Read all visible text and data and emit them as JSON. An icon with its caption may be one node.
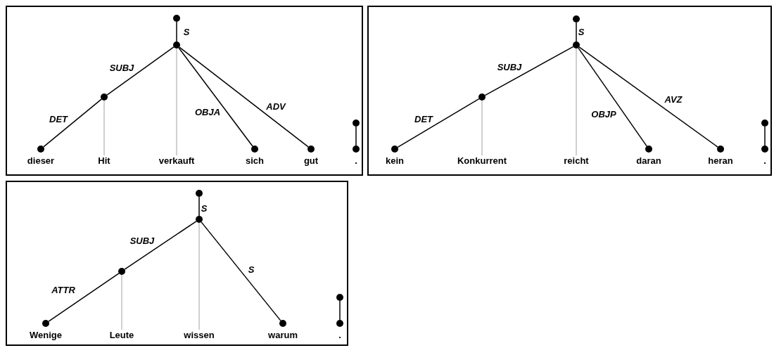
{
  "diagram": {
    "nodes": [
      {
        "text": [],
        "shape": "box"
      },
      {
        "text": [],
        "shape": "circle",
        "in": 0
      },
      {
        "text": [],
        "shape": "circle",
        "in": 0
      },
      {
        "text": [],
        "shape": "circle",
        "in": 0
      },
      {
        "text": [],
        "shape": "circle",
        "in": 0
      },
      {
        "text": [],
        "shape": "circle",
        "in": 0
      },
      {
        "text": [],
        "shape": "circle",
        "in": 0
      },
      {
        "text": [],
        "shape": "circle",
        "in": 0
      },
      {
        "text": [],
        "shape": "circle",
        "in": 0
      },
      {
        "text": [
          "dieser"
        ],
        "in": 0
      },
      {
        "text": [
          "Hit"
        ],
        "in": 0
      },
      {
        "text": [
          "verkauft"
        ],
        "in": 0
      },
      {
        "text": [
          "sich"
        ],
        "in": 0
      },
      {
        "text": [
          "gut"
        ],
        "in": 0
      },
      {
        "text": [
          "."
        ],
        "in": 0
      },
      {
        "text": [],
        "shape": "box"
      },
      {
        "text": [],
        "shape": "circle",
        "in": 15
      },
      {
        "text": [],
        "shape": "circle",
        "in": 15
      },
      {
        "text": [],
        "shape": "circle",
        "in": 15
      },
      {
        "text": [],
        "shape": "circle",
        "in": 15
      },
      {
        "text": [],
        "shape": "circle",
        "in": 15
      },
      {
        "text": [],
        "shape": "circle",
        "in": 15
      },
      {
        "text": [],
        "shape": "circle",
        "in": 15
      },
      {
        "text": [],
        "shape": "circle",
        "in": 15
      },
      {
        "text": [
          "kein"
        ],
        "in": 15
      },
      {
        "text": [
          "Konkurrent"
        ],
        "in": 15
      },
      {
        "text": [
          "reicht"
        ],
        "in": 15
      },
      {
        "text": [
          "daran"
        ],
        "in": 15
      },
      {
        "text": [
          "heran"
        ],
        "in": 15
      },
      {
        "text": [
          "."
        ],
        "in": 15
      },
      {
        "text": [],
        "shape": "box"
      },
      {
        "text": [],
        "shape": "circle",
        "in": 30
      },
      {
        "text": [],
        "shape": "circle",
        "in": 30
      },
      {
        "text": [],
        "shape": "circle",
        "in": 30
      },
      {
        "text": [],
        "shape": "circle",
        "in": 30
      },
      {
        "text": [],
        "shape": "circle",
        "in": 30
      },
      {
        "text": [],
        "shape": "circle",
        "in": 30
      },
      {
        "text": [],
        "shape": "circle",
        "in": 30
      },
      {
        "text": [
          "Wenige"
        ],
        "in": 30
      },
      {
        "text": [
          "Leute"
        ],
        "in": 30
      },
      {
        "text": [
          "wissen"
        ],
        "in": 30
      },
      {
        "text": [
          "warum"
        ],
        "in": 30
      },
      {
        "text": [
          "."
        ],
        "in": 30
      }
    ],
    "edges": [
      {
        "from": 1,
        "to": 2,
        "arrow": "none",
        "label": "S"
      },
      {
        "from": 2,
        "to": 3,
        "arrow": "none",
        "label": "SUBJ"
      },
      {
        "from": 3,
        "to": 4,
        "arrow": "none",
        "label": "DET"
      },
      {
        "from": 2,
        "to": 5,
        "arrow": "none",
        "label": "OBJA"
      },
      {
        "from": 2,
        "to": 6,
        "arrow": "none",
        "label": "ADV"
      },
      {
        "from": 7,
        "to": 8,
        "arrow": "none"
      },
      {
        "from": 3,
        "to": 10,
        "arrow": "none",
        "color": "#c0c0c0"
      },
      {
        "from": 2,
        "to": 11,
        "arrow": "none",
        "color": "#c0c0c0"
      },
      {
        "from": 16,
        "to": 17,
        "arrow": "none",
        "label": "S"
      },
      {
        "from": 17,
        "to": 18,
        "arrow": "none",
        "label": "SUBJ"
      },
      {
        "from": 18,
        "to": 19,
        "arrow": "none",
        "label": "DET"
      },
      {
        "from": 17,
        "to": 20,
        "arrow": "none",
        "label": "OBJP"
      },
      {
        "from": 17,
        "to": 21,
        "arrow": "none",
        "label": "AVZ"
      },
      {
        "from": 22,
        "to": 23,
        "arrow": "none"
      },
      {
        "from": 18,
        "to": 25,
        "arrow": "none",
        "color": "#c0c0c0"
      },
      {
        "from": 17,
        "to": 26,
        "arrow": "none",
        "color": "#c0c0c0"
      },
      {
        "from": 31,
        "to": 32,
        "arrow": "none",
        "label": "S"
      },
      {
        "from": 32,
        "to": 33,
        "arrow": "none",
        "label": "SUBJ"
      },
      {
        "from": 33,
        "to": 34,
        "arrow": "none",
        "label": "ATTR"
      },
      {
        "from": 32,
        "to": 35,
        "arrow": "none",
        "label": "S"
      },
      {
        "from": 36,
        "to": 37,
        "arrow": "none"
      },
      {
        "from": 33,
        "to": 39,
        "arrow": "none",
        "color": "#c0c0c0"
      },
      {
        "from": 32,
        "to": 40,
        "arrow": "none",
        "color": "#c0c0c0"
      }
    ]
  }
}
